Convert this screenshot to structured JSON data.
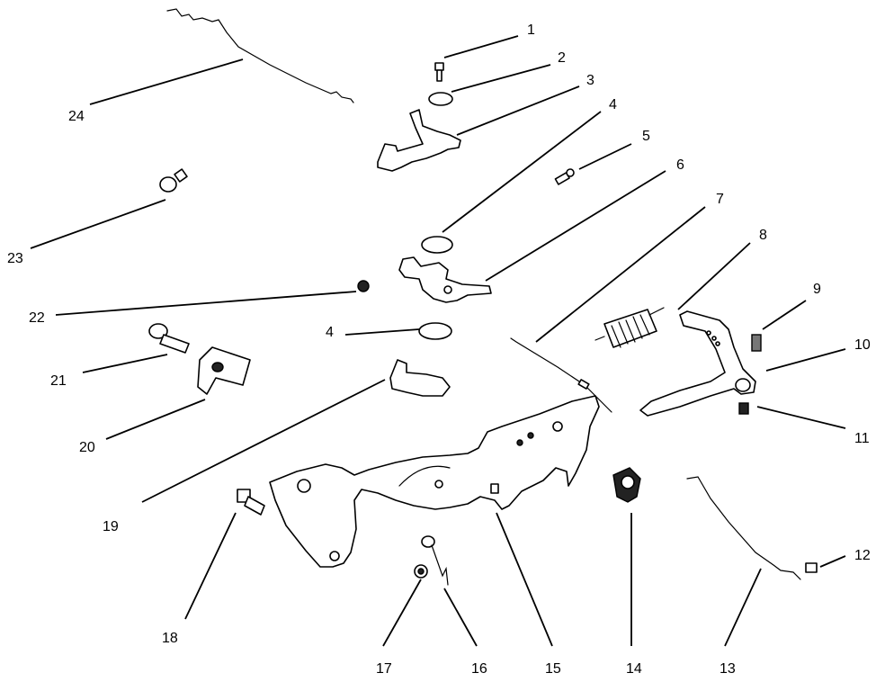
{
  "diagram": {
    "callouts": [
      {
        "id": "1",
        "label": "1"
      },
      {
        "id": "2",
        "label": "2"
      },
      {
        "id": "3",
        "label": "3"
      },
      {
        "id": "4a",
        "label": "4"
      },
      {
        "id": "4b",
        "label": "4"
      },
      {
        "id": "5",
        "label": "5"
      },
      {
        "id": "6",
        "label": "6"
      },
      {
        "id": "7",
        "label": "7"
      },
      {
        "id": "8",
        "label": "8"
      },
      {
        "id": "9",
        "label": "9"
      },
      {
        "id": "10",
        "label": "10"
      },
      {
        "id": "11",
        "label": "11"
      },
      {
        "id": "12",
        "label": "12"
      },
      {
        "id": "13",
        "label": "13"
      },
      {
        "id": "14",
        "label": "14"
      },
      {
        "id": "15",
        "label": "15"
      },
      {
        "id": "16",
        "label": "16"
      },
      {
        "id": "17",
        "label": "17"
      },
      {
        "id": "18",
        "label": "18"
      },
      {
        "id": "19",
        "label": "19"
      },
      {
        "id": "20",
        "label": "20"
      },
      {
        "id": "21",
        "label": "21"
      },
      {
        "id": "22",
        "label": "22"
      },
      {
        "id": "23",
        "label": "23"
      },
      {
        "id": "24",
        "label": "24"
      }
    ]
  }
}
